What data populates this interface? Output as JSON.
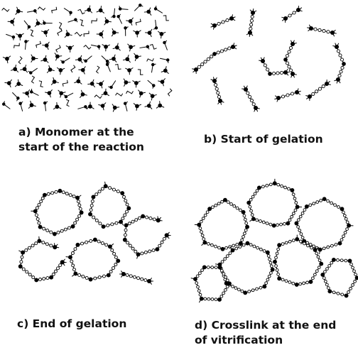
{
  "colors": {
    "ink": "#000000",
    "hollow": "#ffffff",
    "text": "#111111"
  },
  "panels": [
    {
      "id": "a",
      "caption_lines": [
        "a) Monomer at the",
        "start of the reaction"
      ],
      "stage": "monomer"
    },
    {
      "id": "b",
      "caption_lines": [
        "b) Start of gelation"
      ],
      "stage": "oligomer"
    },
    {
      "id": "c",
      "caption_lines": [
        "c) End of gelation"
      ],
      "stage": "loops"
    },
    {
      "id": "d",
      "caption_lines": [
        "d) Crosslink at the end",
        "of vitrification"
      ],
      "stage": "network"
    }
  ]
}
